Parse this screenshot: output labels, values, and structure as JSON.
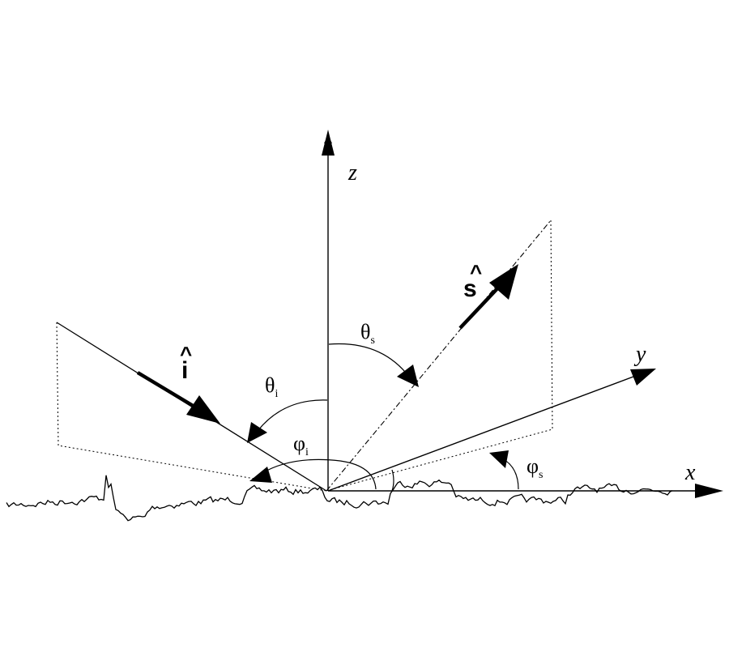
{
  "diagram": {
    "axis_labels": {
      "x": "x",
      "y": "y",
      "z": "z"
    },
    "vector_labels": {
      "incident": "i",
      "scattered": "s",
      "hat": "^"
    },
    "angle_labels": {
      "theta_i": {
        "symbol": "θ",
        "subscript": "i"
      },
      "theta_s": {
        "symbol": "θ",
        "subscript": "s"
      },
      "phi_i": {
        "symbol": "φ",
        "subscript": "i"
      },
      "phi_s": {
        "symbol": "φ",
        "subscript": "s"
      }
    },
    "colors": {
      "ink": "#000000",
      "background": "#ffffff"
    }
  }
}
